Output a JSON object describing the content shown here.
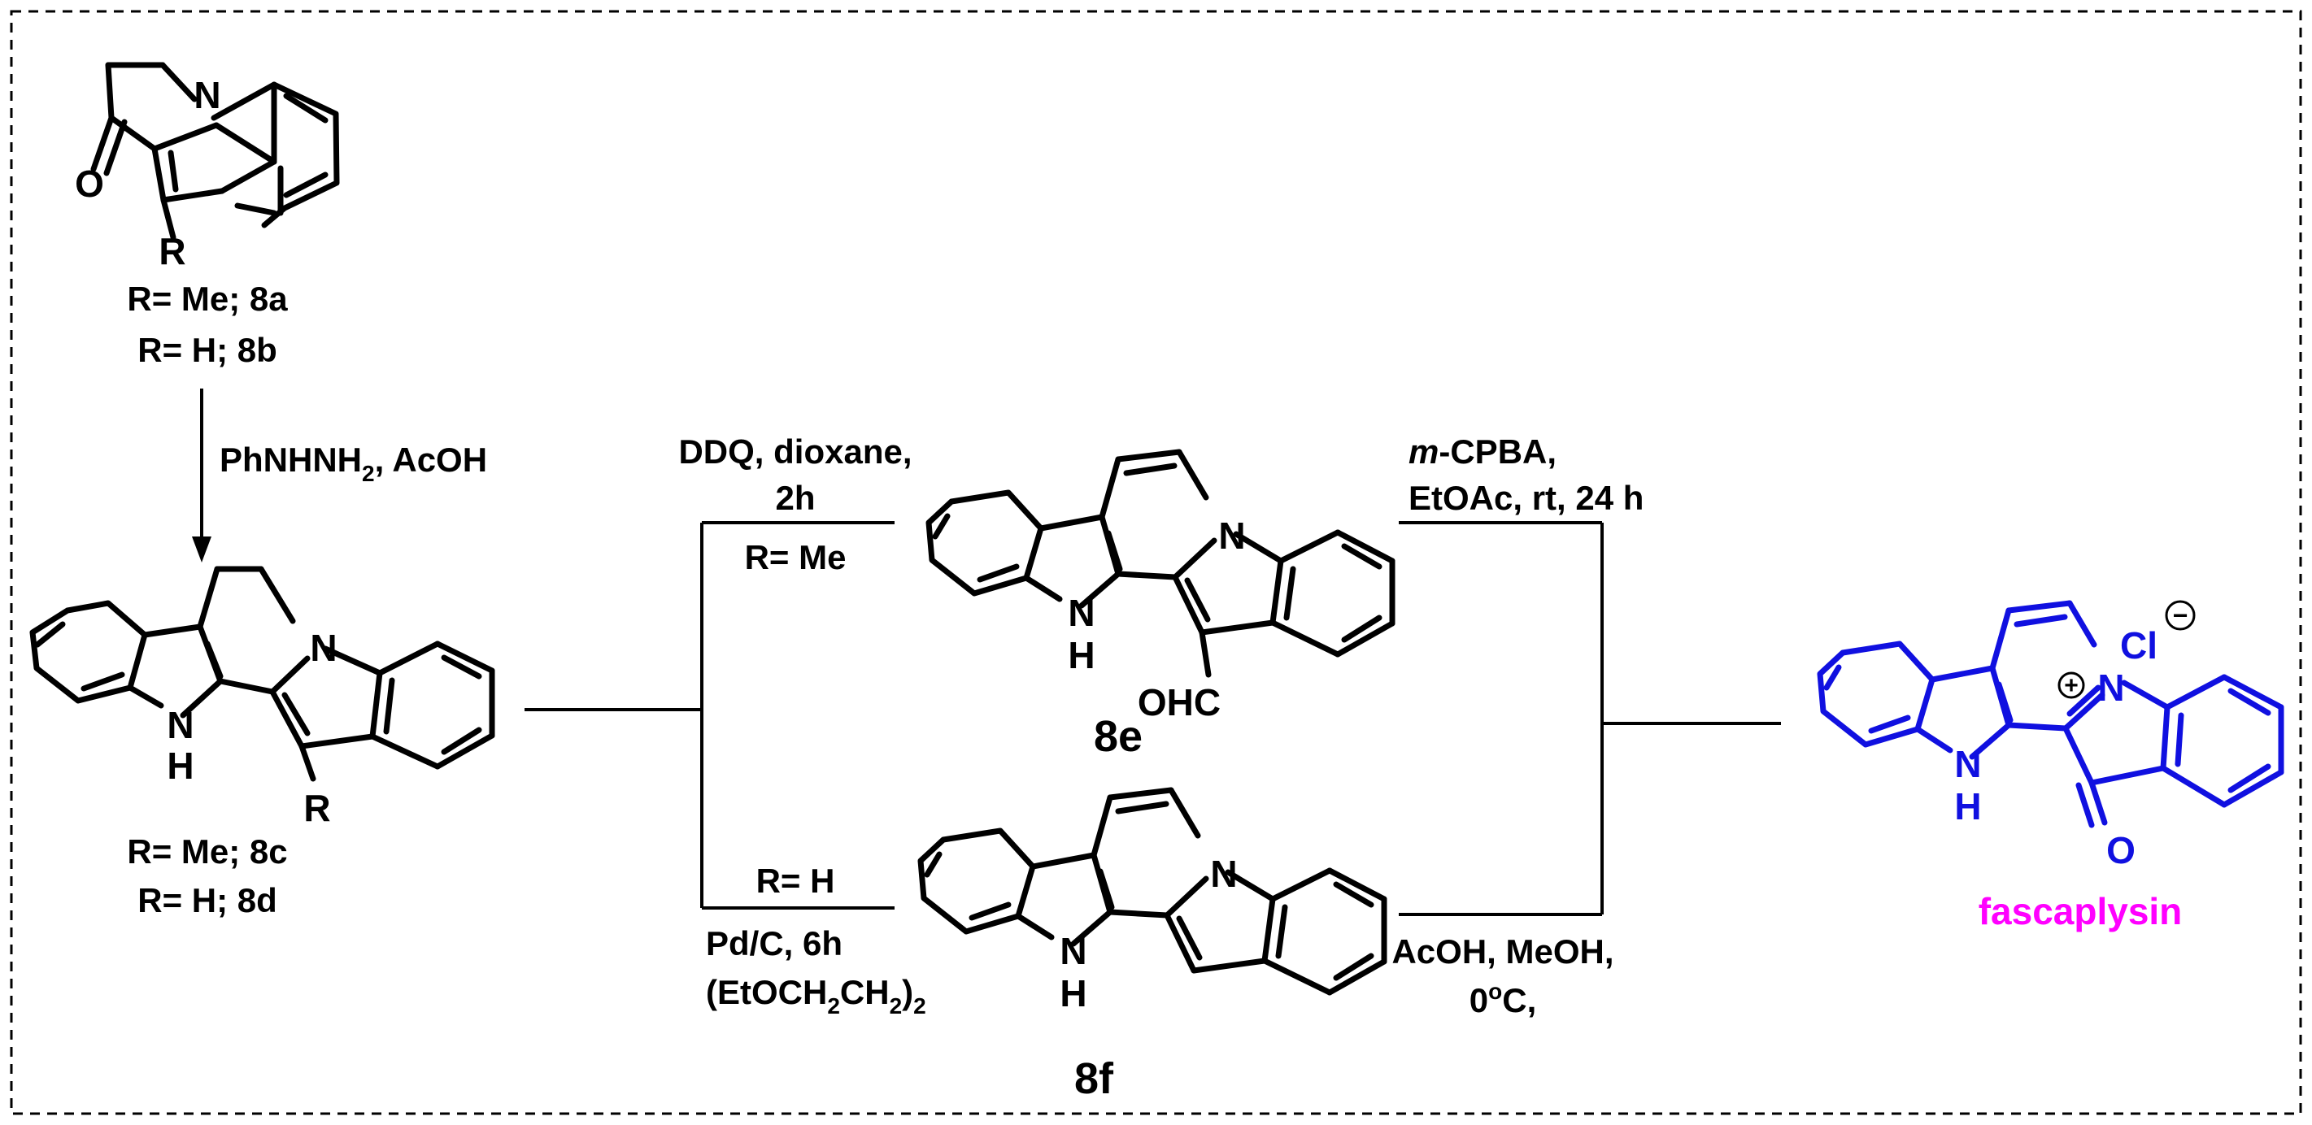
{
  "compounds": {
    "c8ab": {
      "labels": [
        "R= Me; 8a",
        "R= H; 8b"
      ],
      "r_group": "R",
      "atoms": {
        "n": "N",
        "o": "O"
      }
    },
    "c8cd": {
      "labels": [
        "R= Me; 8c",
        "R= H; 8d"
      ],
      "r_group": "R",
      "atoms": {
        "n": "N",
        "nh_n": "N",
        "nh_h": "H"
      }
    },
    "c8e": {
      "id": "8e",
      "substituent": "OHC",
      "atoms": {
        "n": "N",
        "nh_n": "N",
        "nh_h": "H"
      }
    },
    "c8f": {
      "id": "8f",
      "atoms": {
        "n": "N",
        "nh_n": "N",
        "nh_h": "H"
      }
    },
    "fascaplysin": {
      "name": "fascaplysin",
      "name_color": "#ff00ff",
      "structure_color": "#1010e0",
      "counterion": "Cl",
      "anion_charge": "−",
      "cation_charge": "+",
      "atoms": {
        "n": "N",
        "o": "O",
        "nh_n": "N",
        "nh_h": "H"
      }
    }
  },
  "conditions": {
    "step1": {
      "reagent": "PhNHNH",
      "reagent_sub": "2",
      "reagent_tail": ", AcOH"
    },
    "step2_me": {
      "line1": "DDQ, dioxane,",
      "line2": "2h",
      "condition": "R= Me"
    },
    "step2_h": {
      "condition": "R= H",
      "line1": "Pd/C, 6h",
      "line2_a": "(EtOCH",
      "line2_sub1": "2",
      "line2_b": "CH",
      "line2_sub2": "2",
      "line2_c": ")",
      "line2_sub3": "2"
    },
    "step3_top": {
      "line1_italic": "m",
      "line1_rest": "-CPBA,",
      "line2": "EtOAc, rt, 24 h"
    },
    "step3_bottom": {
      "line1": "AcOH, MeOH,",
      "line2_a": "0",
      "line2_sup": "o",
      "line2_b": "C,"
    }
  }
}
